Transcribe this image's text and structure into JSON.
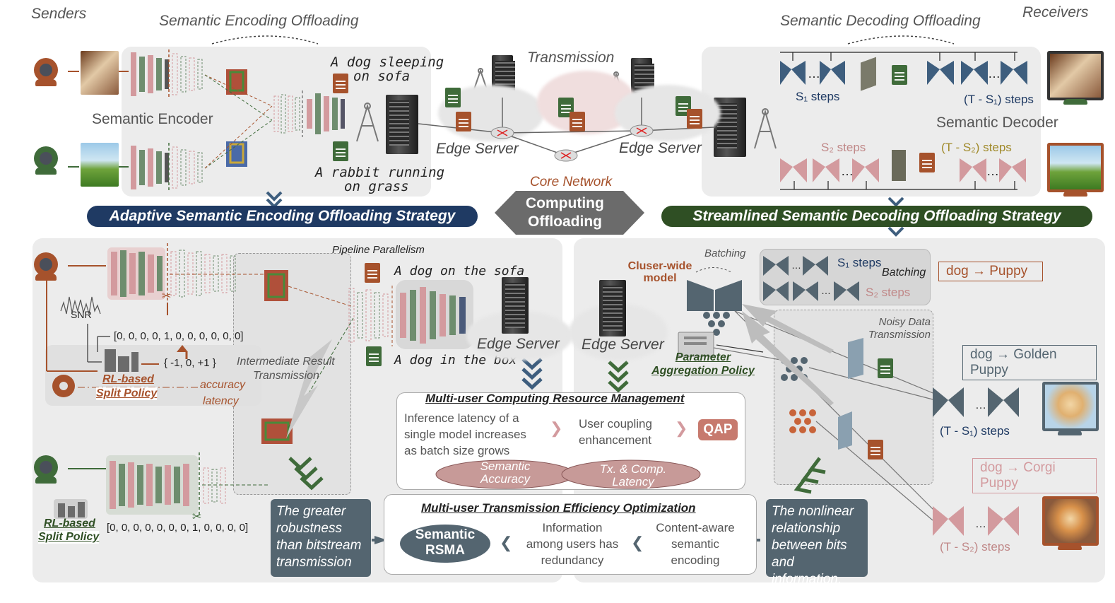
{
  "header": {
    "senders": "Senders",
    "receivers": "Receivers",
    "enc_offloading": "Semantic Encoding Offloading",
    "dec_offloading": "Semantic Decoding Offloading",
    "transmission": "Transmission"
  },
  "top": {
    "caption1_line1": "A dog sleeping",
    "caption1_line2": "on sofa",
    "caption2_line1": "A rabbit running",
    "caption2_line2": "on grass",
    "semantic_encoder": "Semantic Encoder",
    "semantic_decoder": "Semantic Decoder",
    "edge_server_left": "Edge Server",
    "edge_server_right": "Edge Server",
    "core_network": "Core Network",
    "s1_steps": "S₁ steps",
    "t_s1_steps": "(T - S₁) steps",
    "s2_steps": "S₂ steps",
    "t_s2_steps": "(T - S₂) steps"
  },
  "banners": {
    "adaptive": "Adaptive Semantic Encoding Offloading Strategy",
    "computing": "Computing",
    "offloading": "Offloading",
    "streamlined": "Streamlined Semantic Decoding Offloading Strategy"
  },
  "left": {
    "pipeline": "Pipeline Parallelism",
    "dog_sofa": "A  dog on the sofa",
    "dog_box": "A  dog in the box",
    "edge_server": "Edge Server",
    "snr": "SNR",
    "vector1": "[0, 0, 0, 0, 1, 0, 0, 0, 0, 0, 0]",
    "action": "{ -1, 0, +1 }",
    "rl_policy_line1": "RL-based",
    "rl_policy_line2": "Split Policy",
    "accuracy": "accuracy",
    "latency": "latency",
    "intermediate_line1": "Intermediate Result",
    "intermediate_line2": "Transmission",
    "vector2": "[0, 0, 0, 0, 0, 0, 0, 1, 0, 0, 0, 0]",
    "robust_line1": "The greater",
    "robust_line2": "robustness",
    "robust_line3": "than bitstream",
    "robust_line4": "transmission"
  },
  "mid": {
    "mucrm_title": "Multi-user Computing Resource Management",
    "infer_line1": "Inference latency of a",
    "infer_line2": "single model increases",
    "infer_line3": "as batch size grows",
    "coupling_line1": "User coupling",
    "coupling_line2": "enhancement",
    "qap": "QAP",
    "sem_acc_line1": "Semantic",
    "sem_acc_line2": "Accuracy",
    "txcomp_line1": "Tx. & Comp.",
    "txcomp_line2": "Latency",
    "mteo_title": "Multi-user Transmission Efficiency Optimization",
    "rsma_line1": "Semantic",
    "rsma_line2": "RSMA",
    "info_line1": "Information",
    "info_line2": "among users has",
    "info_line3": "redundancy",
    "content_line1": "Content-aware",
    "content_line2": "semantic",
    "content_line3": "encoding"
  },
  "right": {
    "edge_server": "Edge Server",
    "batching_top": "Batching",
    "cluster_line1": "Cluser-wide",
    "cluster_line2": "model",
    "batching_box": "Batching",
    "s1_steps": "S₁ steps",
    "s2_steps": "S₂ steps",
    "param_line1": "Parameter",
    "param_line2": "Aggregation Policy",
    "noisy_line1": "Noisy Data",
    "noisy_line2": "Transmission",
    "tag_puppy": "dog → Puppy",
    "tag_golden": "dog → Golden Puppy",
    "tag_corgi": "dog → Corgi Puppy",
    "t_s1_steps": "(T - S₁) steps",
    "t_s2_steps": "(T - S₂) steps",
    "nonlinear_line1": "The nonlinear",
    "nonlinear_line2": "relationship",
    "nonlinear_line3": "between bits",
    "nonlinear_line4": "and information."
  },
  "colors": {
    "orange": "#a6522c",
    "green": "#3f6b3a",
    "navy": "#1f3a63",
    "darkgreen": "#2f4f24",
    "gray": "#6b6b6b",
    "pink": "#d39a9e",
    "slate": "#546570"
  }
}
